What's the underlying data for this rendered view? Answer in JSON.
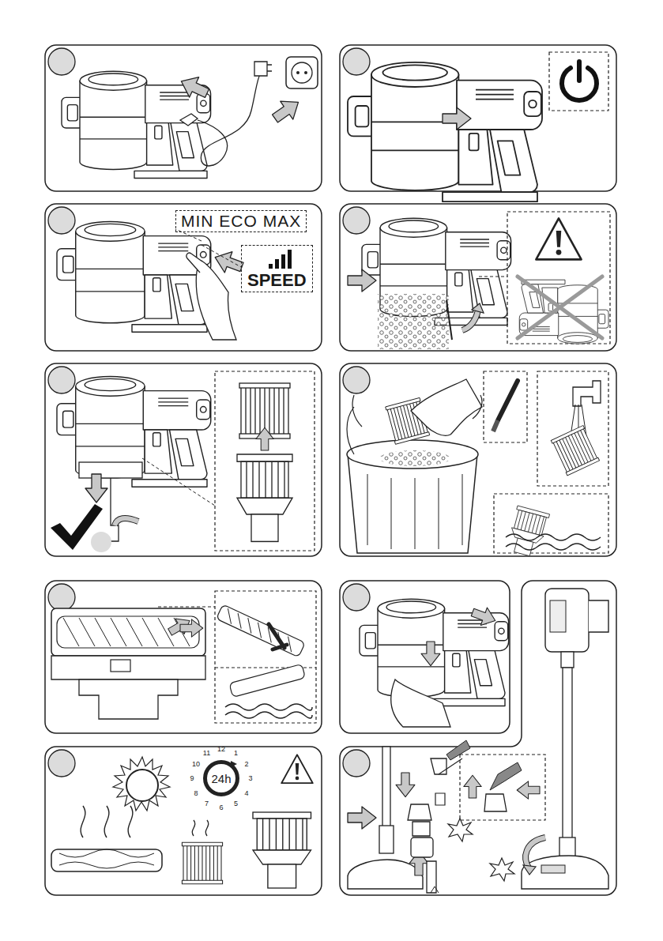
{
  "diagram": {
    "nodes": [
      {
        "text": [
          "MIN ECO MAX"
        ]
      },
      {
        "text": [
          "SPEED"
        ]
      },
      {
        "text": [
          "24h"
        ]
      }
    ],
    "labels": [
      "12",
      "1",
      "2",
      "3",
      "4",
      "5",
      "6",
      "7",
      "8",
      "9",
      "10",
      "11"
    ]
  }
}
